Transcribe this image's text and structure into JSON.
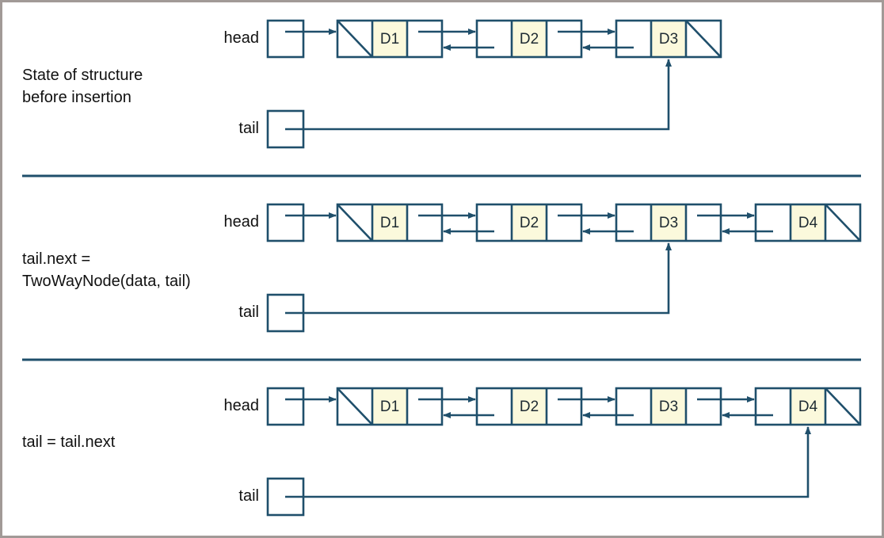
{
  "colors": {
    "stroke": "#1f4f6b",
    "data_fill": "#fbf9dc",
    "divider": "#1f4f6b",
    "frame": "#a19a97"
  },
  "labels": {
    "head": "head",
    "tail": "tail"
  },
  "panels": [
    {
      "caption": "State of structure\nbefore insertion",
      "nodes": [
        "D1",
        "D2",
        "D3"
      ],
      "tail_target": 2
    },
    {
      "caption": "tail.next =\nTwoWayNode(data, tail)",
      "nodes": [
        "D1",
        "D2",
        "D3",
        "D4"
      ],
      "tail_target": 2
    },
    {
      "caption": "tail = tail.next",
      "nodes": [
        "D1",
        "D2",
        "D3",
        "D4"
      ],
      "tail_target": 3
    }
  ]
}
